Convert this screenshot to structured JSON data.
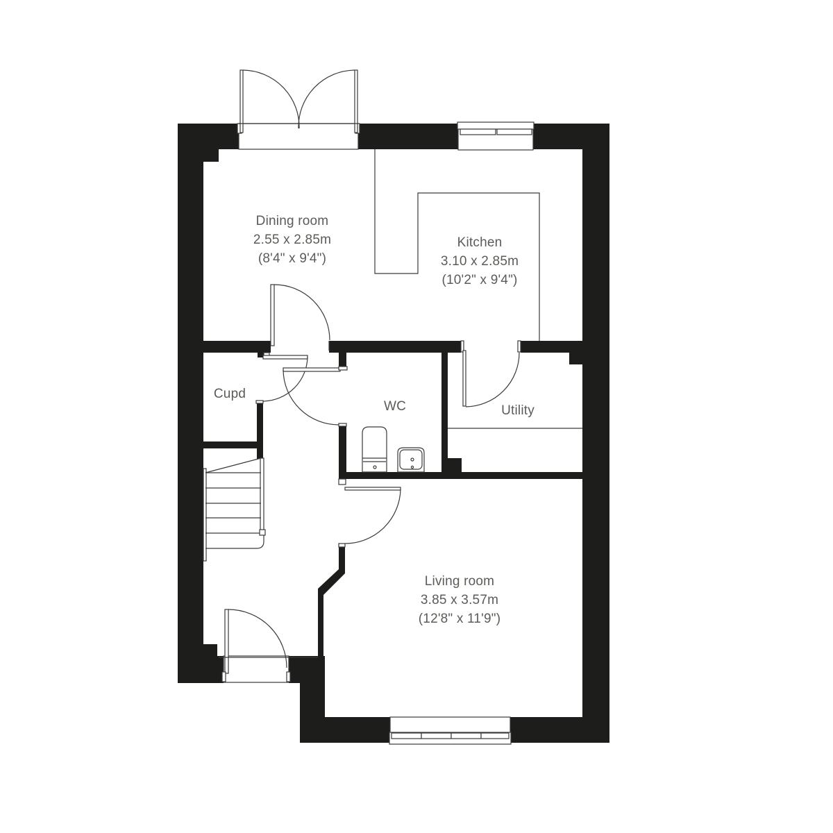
{
  "plan": {
    "type": "ground floor plan",
    "wall_color": "#1d1d1b",
    "text_color": "#5b5b57",
    "background": "#ffffff"
  },
  "rooms": {
    "dining": {
      "name": "Dining room",
      "metric": "2.55 x 2.85m",
      "imperial": "(8'4\" x 9'4\")"
    },
    "kitchen": {
      "name": "Kitchen",
      "metric": "3.10 x 2.85m",
      "imperial": "(10'2\" x 9'4\")"
    },
    "cupd": {
      "name": "Cupd"
    },
    "wc": {
      "name": "WC"
    },
    "utility": {
      "name": "Utility"
    },
    "living": {
      "name": "Living room",
      "metric": "3.85 x 3.57m",
      "imperial": "(12'8\" x 11'9\")"
    }
  },
  "fixtures": [
    "french-doors",
    "kitchen-window",
    "front-door",
    "living-window",
    "staircase",
    "toilet",
    "basin",
    "kitchen-counter",
    "utility-counter"
  ]
}
